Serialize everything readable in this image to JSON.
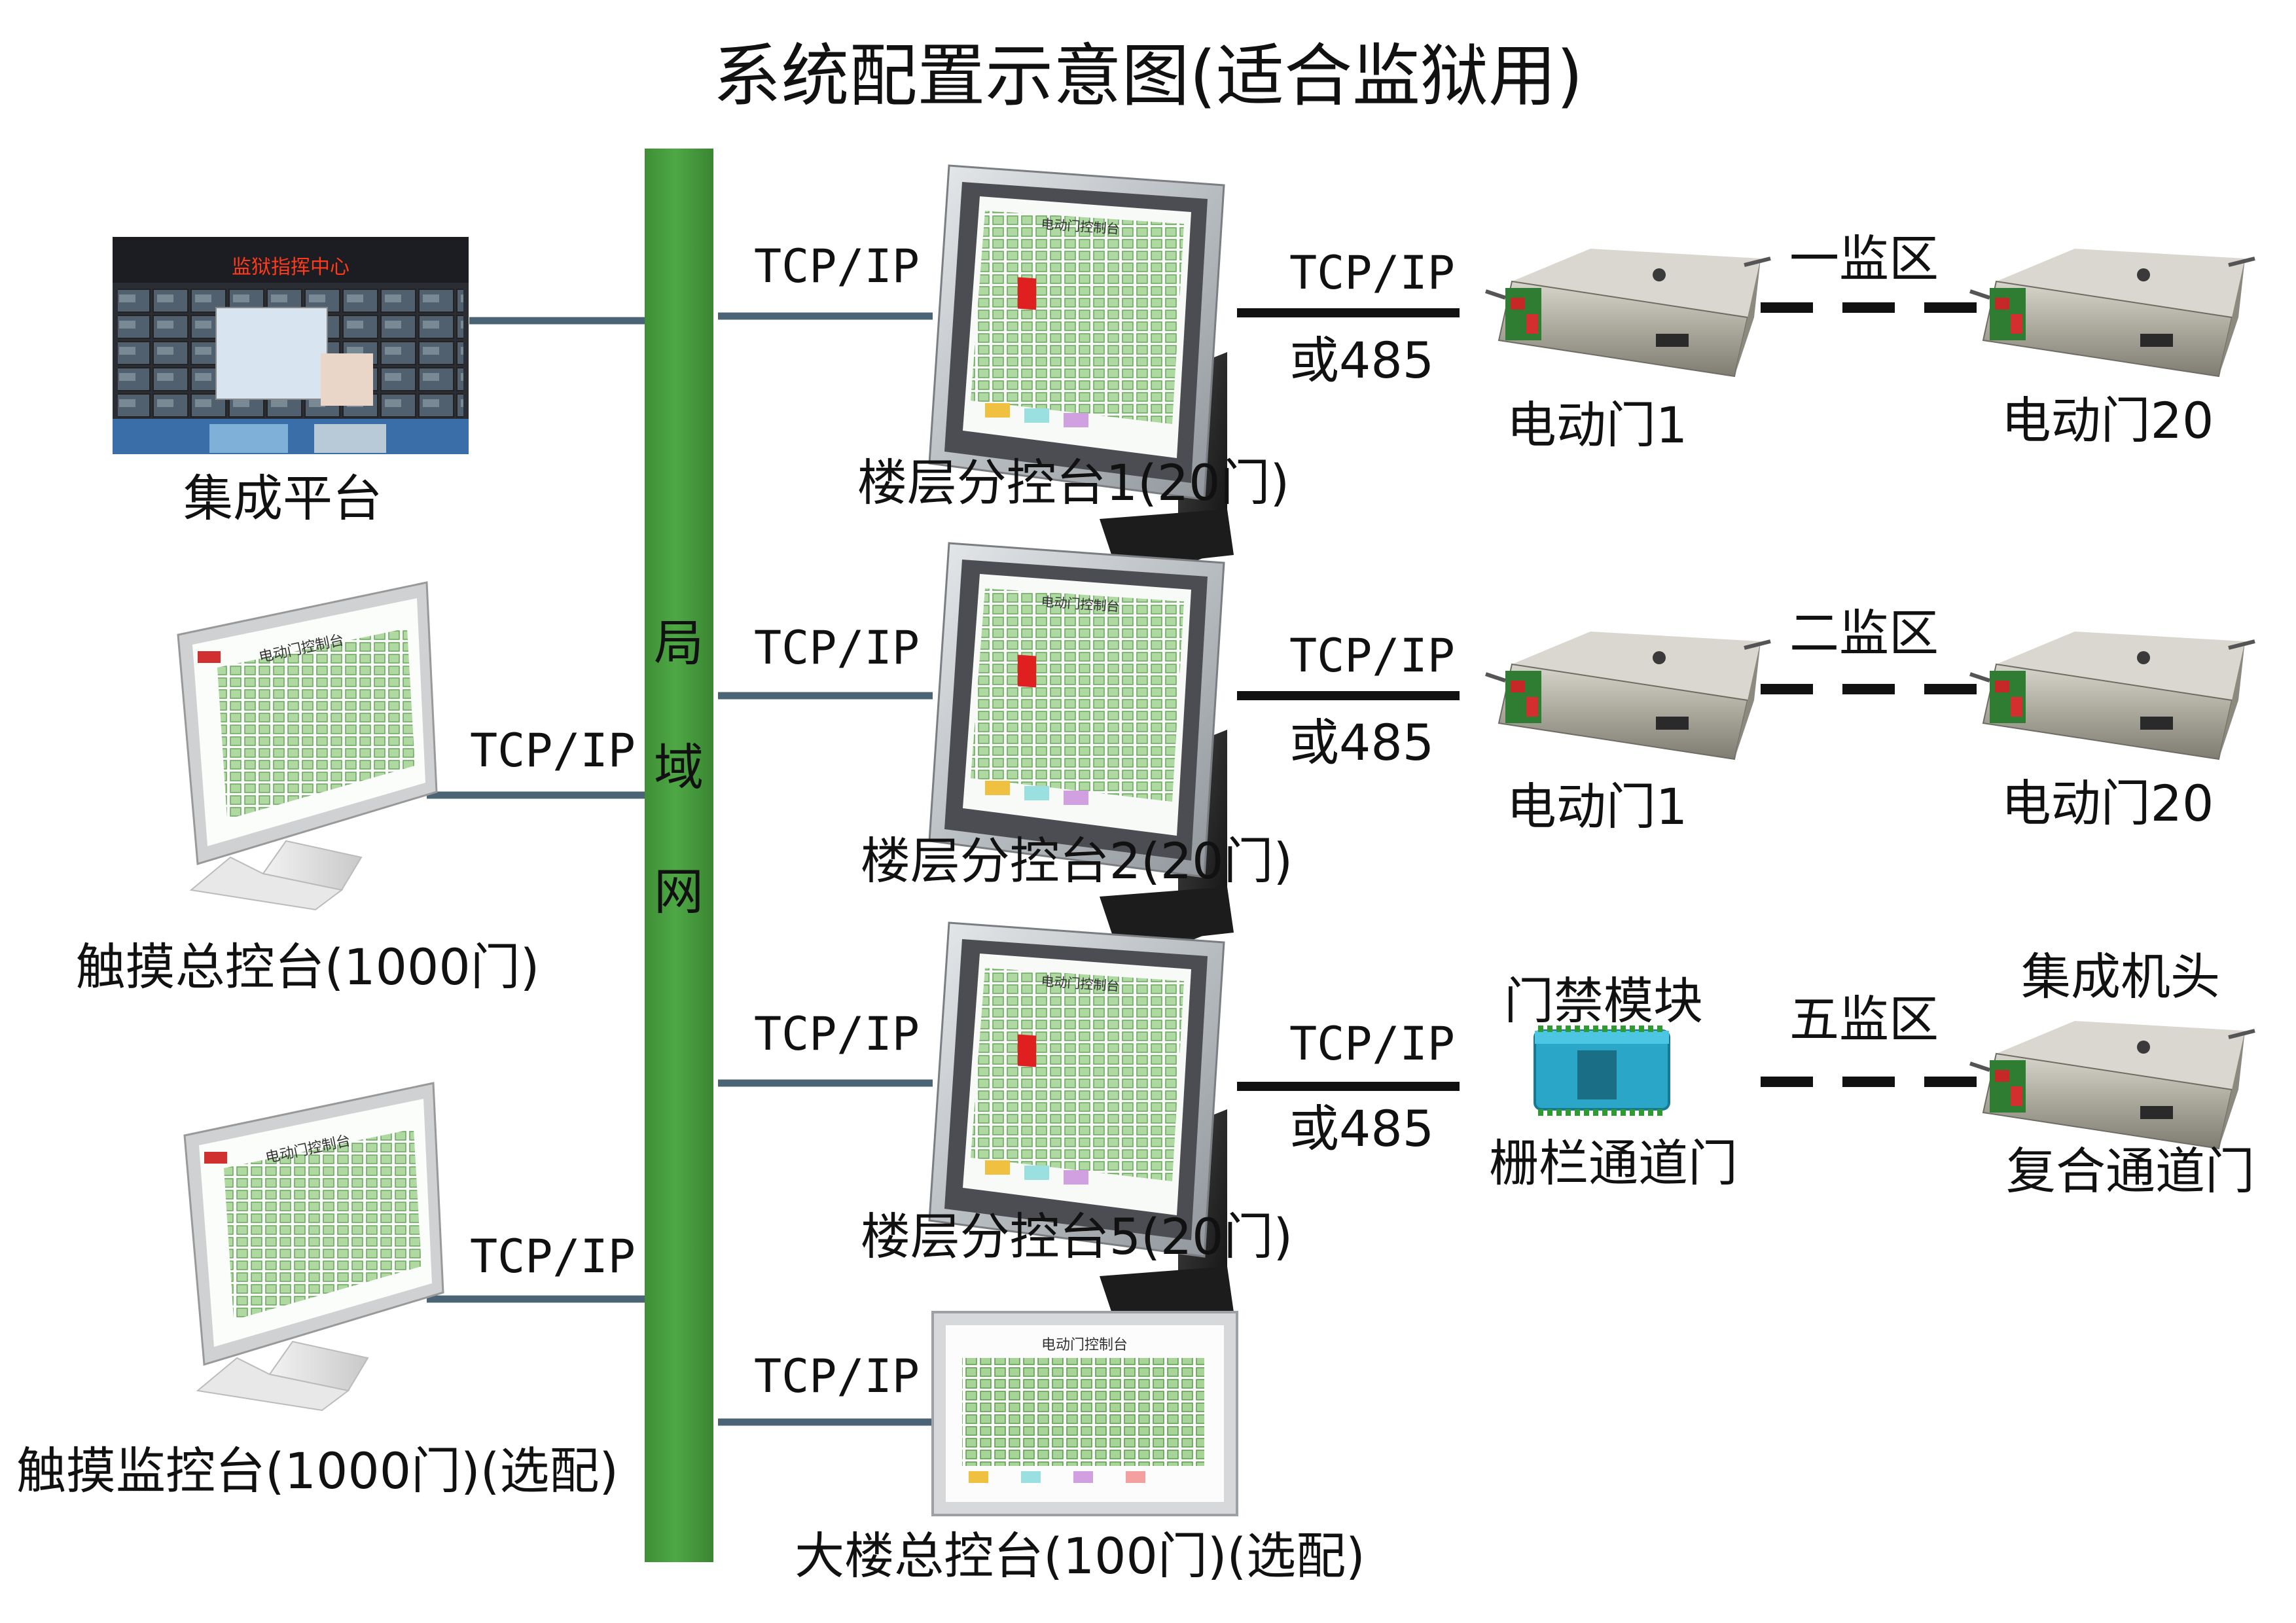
{
  "title": "系统配置示意图(适合监狱用)",
  "lan": {
    "chars": [
      "局",
      "域",
      "网"
    ]
  },
  "left_devices": {
    "platform": "集成平台",
    "touch_master": "触摸总控台(1000门)",
    "touch_monitor": "触摸监控台(1000门)(选配)"
  },
  "floors": [
    {
      "name": "楼层分控台1(20门)",
      "zone": "一监区",
      "door_a": "电动门1",
      "door_b": "电动门20"
    },
    {
      "name": "楼层分控台2(20门)",
      "zone": "二监区",
      "door_a": "电动门1",
      "door_b": "电动门20"
    },
    {
      "name": "楼层分控台5(20门)",
      "zone": "五监区",
      "module_top": "门禁模块",
      "module_bottom": "栅栏通道门",
      "head_top": "集成机头",
      "head_bottom": "复合通道门"
    }
  ],
  "building_master": "大楼总控台(100门)(选配)",
  "protocol": "TCP/IP",
  "alt_protocol": "或485",
  "platform_screen": {
    "banner": "监狱指挥中心"
  },
  "panel_screen": {
    "heading": "电动门控制台"
  },
  "colors": {
    "lan": "#4ea845",
    "link": "#4a6475",
    "black_link": "#111111"
  }
}
